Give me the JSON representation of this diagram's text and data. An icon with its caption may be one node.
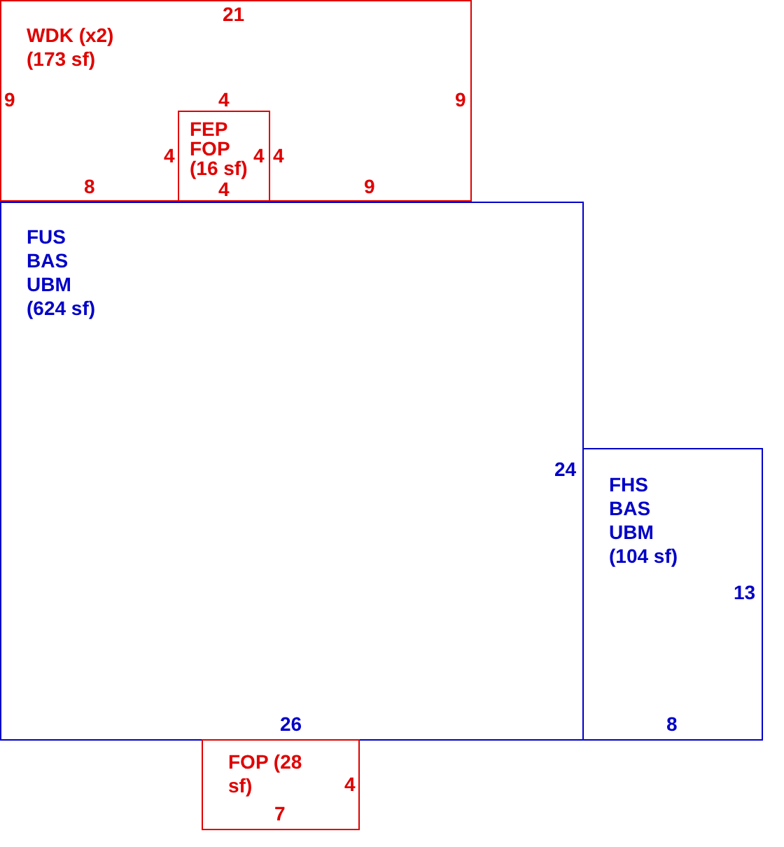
{
  "diagram": {
    "nodes": [
      {
        "text": [
          "WDK (x2) (173 sf)"
        ]
      },
      {
        "text": [
          "FEP FOP (16 sf)"
        ],
        "in": 0
      },
      {
        "text": [
          "FUS BAS UBM (624 sf)"
        ]
      },
      {
        "text": [
          "FHS BAS UBM (104 sf)"
        ]
      },
      {
        "text": [
          "FOP (28 sf)"
        ]
      }
    ],
    "labels": [
      "21",
      "9",
      "4",
      "9",
      "4",
      "4",
      "4",
      "8",
      "4",
      "9",
      "24",
      "13",
      "26",
      "8",
      "4",
      "7"
    ]
  }
}
